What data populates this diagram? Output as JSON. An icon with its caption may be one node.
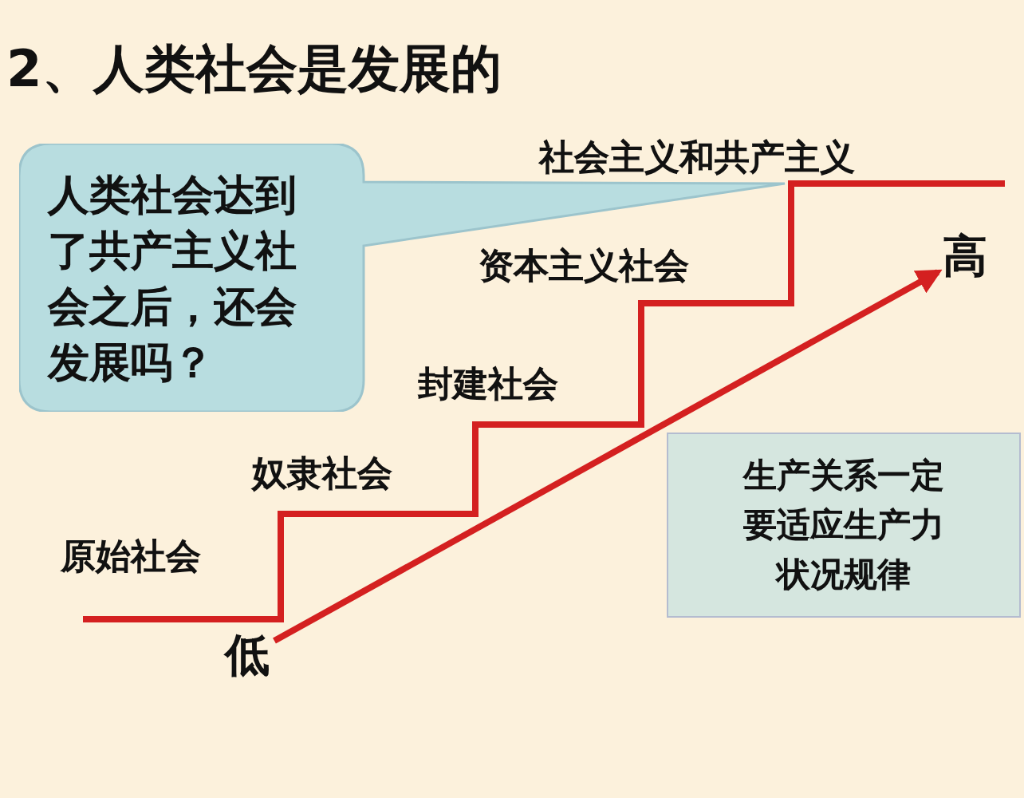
{
  "diagram": {
    "title": "2、人类社会是发展的",
    "nodes": [
      {
        "text": [
          "人类社会达到了共产主义社会之后，还会发展吗？"
        ]
      },
      {
        "text": [
          "低"
        ]
      },
      {
        "text": [
          "高"
        ]
      },
      {
        "text": [
          "生产关系一定要适应生产力状况规律"
        ]
      }
    ],
    "edges": [
      {
        "from": 1,
        "to": 2,
        "arrow": "to",
        "color": "#d42020"
      }
    ],
    "labels": [
      "社会主义和共产主义",
      "资本主义社会",
      "封建社会",
      "奴隶社会",
      "原始社会"
    ]
  }
}
